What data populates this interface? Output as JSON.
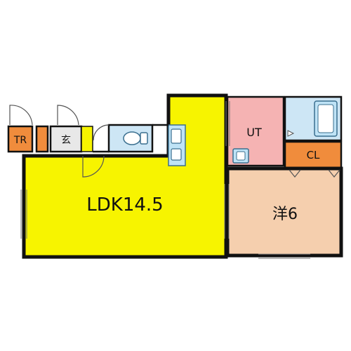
{
  "rooms": {
    "ldk": {
      "label": "LDK14.5",
      "color": "#f7f400"
    },
    "bedroom": {
      "label": "洋6",
      "color": "#f5cfae"
    },
    "utility": {
      "label": "UT",
      "color": "#f5b3b3"
    },
    "closet": {
      "label": "CL",
      "color": "#f08c3c"
    },
    "trunk_room": {
      "label": "TR",
      "color": "#f08c3c"
    },
    "entrance": {
      "label": "玄",
      "color": "#e8e8e8"
    },
    "toilet": {
      "label": "",
      "color": "#cde6f5"
    },
    "bath": {
      "label": "",
      "color": "#cde6f5"
    }
  },
  "colors": {
    "wall": "#111111",
    "fixture": "#bfe3f6",
    "fixture_stroke": "#3a6f8f",
    "door_line": "#555555"
  }
}
